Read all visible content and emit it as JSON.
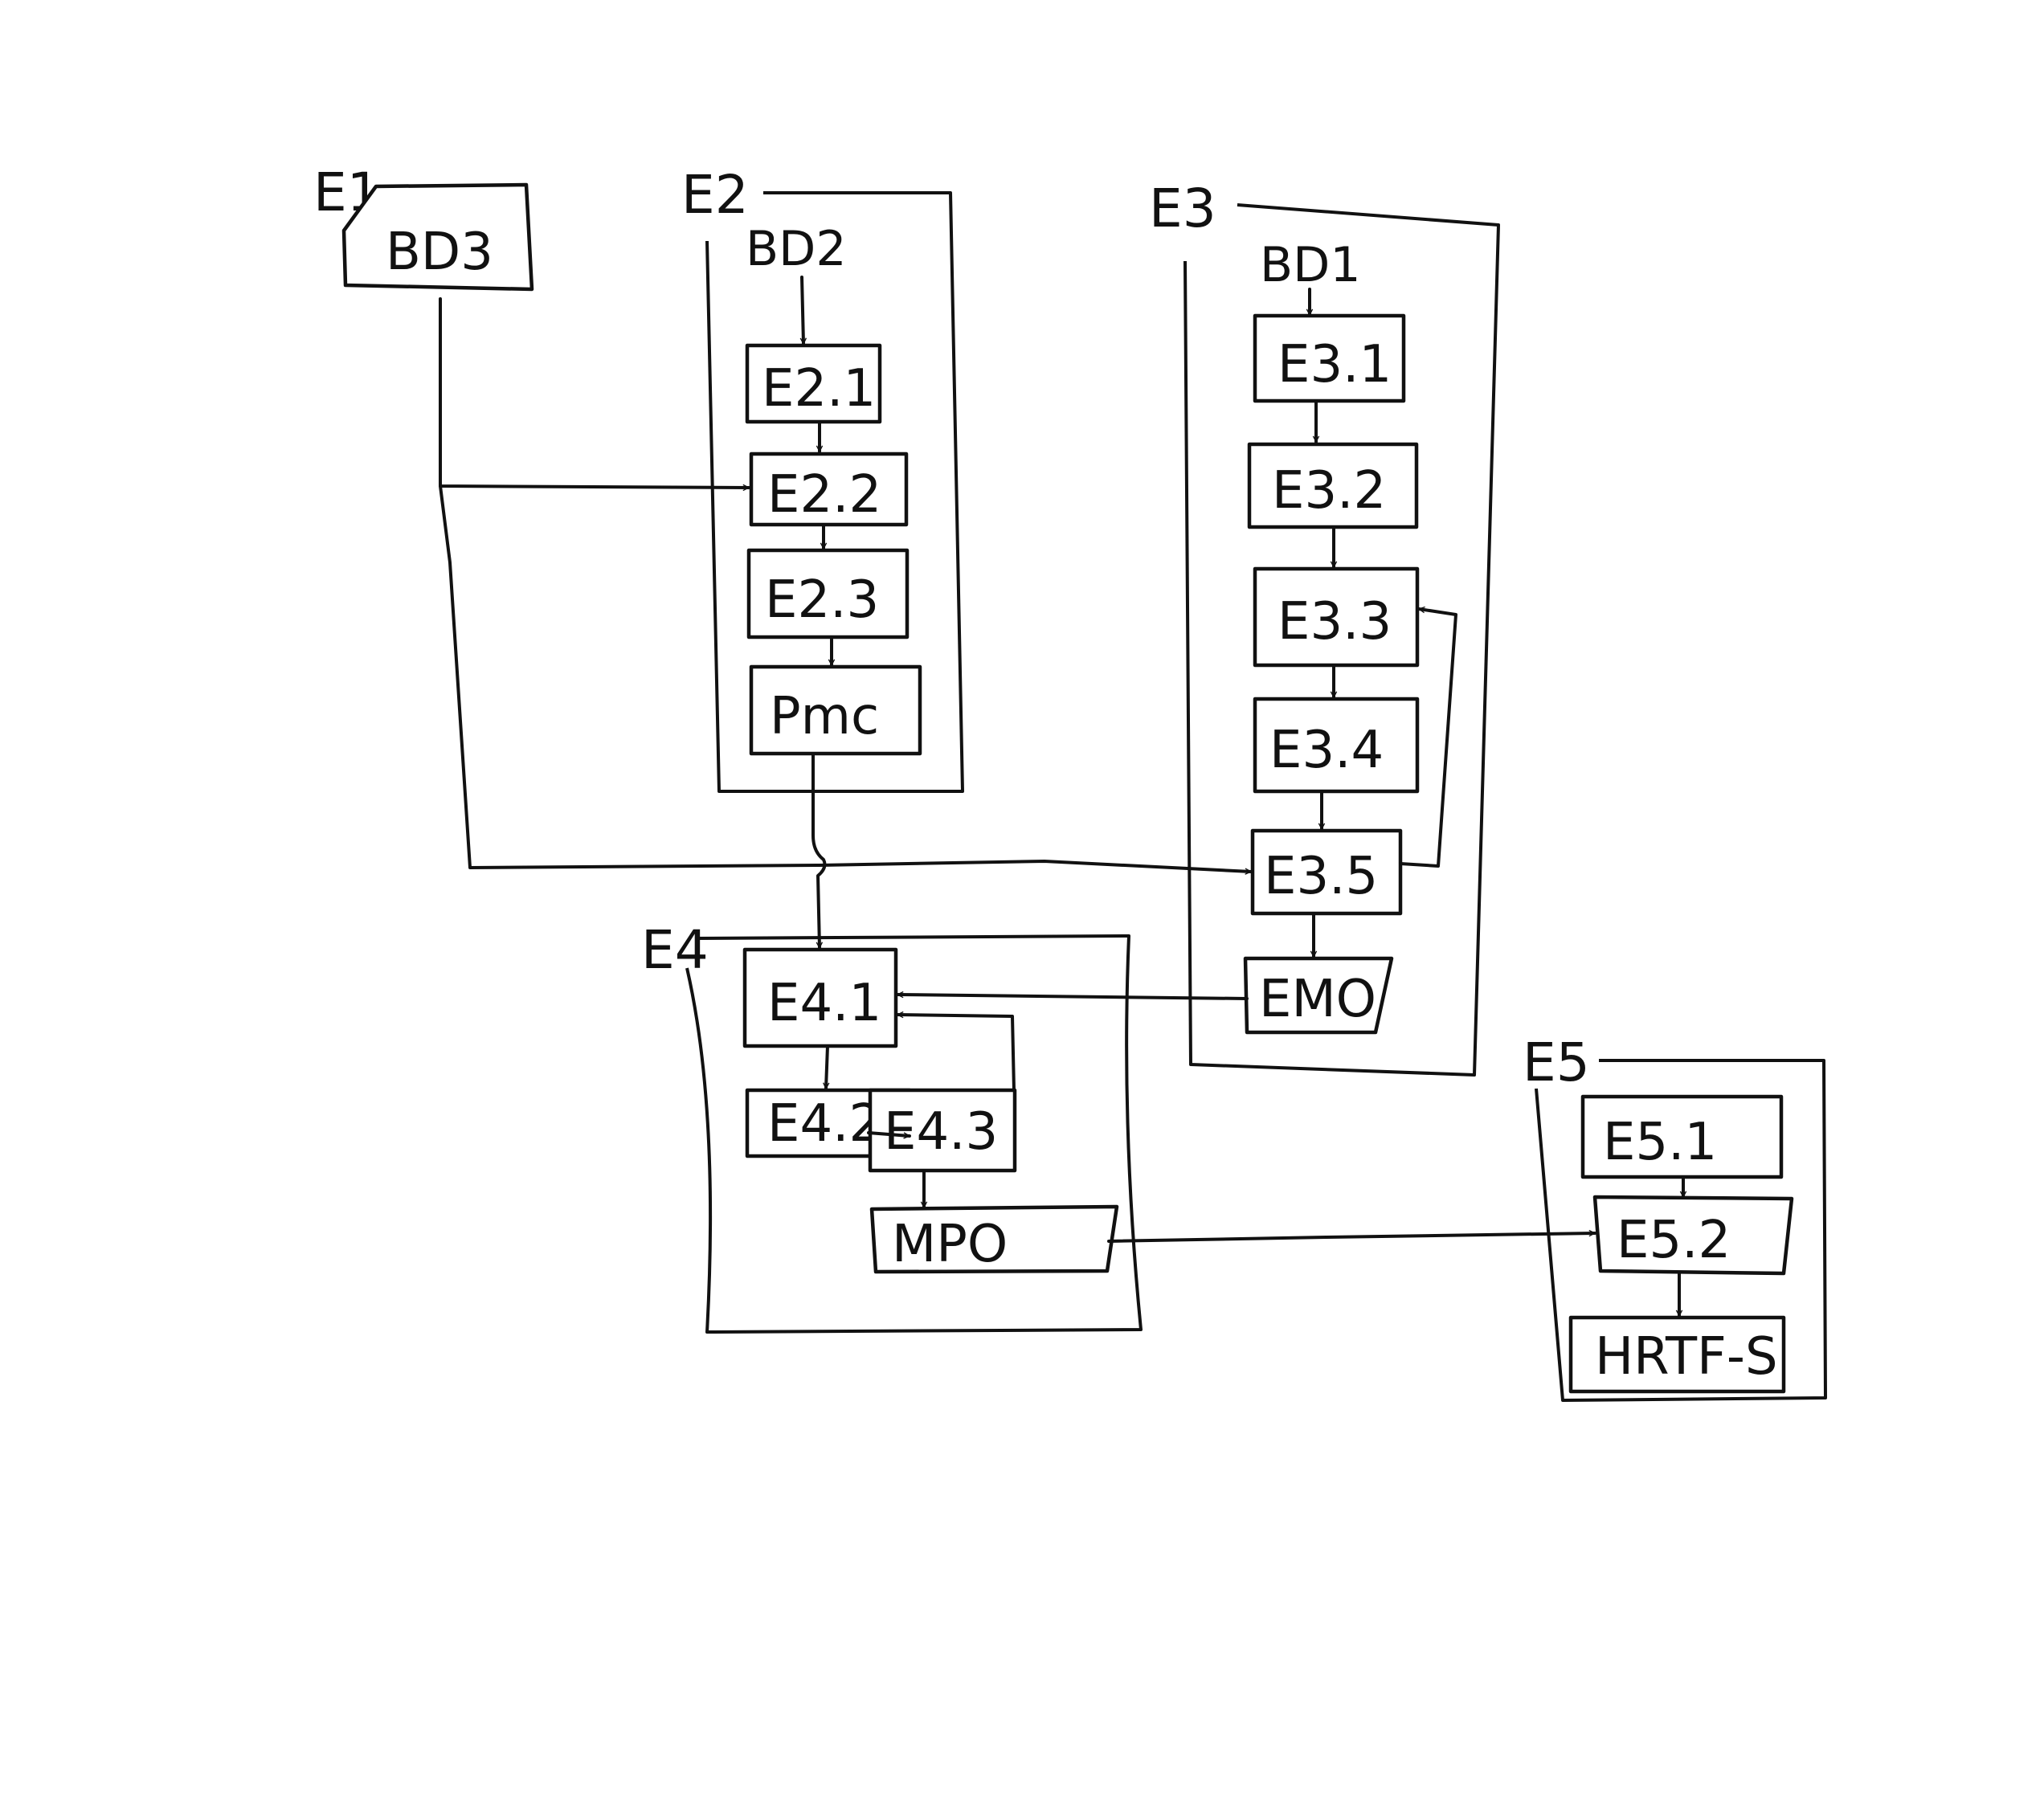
{
  "groups": {
    "e1": {
      "label": "E1",
      "nodes": {
        "bd3": "BD3"
      }
    },
    "e2": {
      "label": "E2",
      "source": "BD2",
      "nodes": {
        "e2_1": "E2.1",
        "e2_2": "E2.2",
        "e2_3": "E2.3",
        "pmc": "Pmc"
      }
    },
    "e3": {
      "label": "E3",
      "source": "BD1",
      "nodes": {
        "e3_1": "E3.1",
        "e3_2": "E3.2",
        "e3_3": "E3.3",
        "e3_4": "E3.4",
        "e3_5": "E3.5",
        "emo": "EMO"
      }
    },
    "e4": {
      "label": "E4",
      "nodes": {
        "e4_1": "E4.1",
        "e4_2": "E4.2",
        "e4_3": "E4.3",
        "mpo": "MPO"
      }
    },
    "e5": {
      "label": "E5",
      "nodes": {
        "e5_1": "E5.1",
        "e5_2": "E5.2",
        "hrtf_s": "HRTF-S"
      }
    }
  },
  "edges": [
    {
      "from": "BD2",
      "to": "E2.1"
    },
    {
      "from": "E2.1",
      "to": "E2.2"
    },
    {
      "from": "BD3",
      "to": "E2.2"
    },
    {
      "from": "E2.2",
      "to": "E2.3"
    },
    {
      "from": "E2.3",
      "to": "Pmc"
    },
    {
      "from": "Pmc",
      "to": "E4.1"
    },
    {
      "from": "BD3",
      "to": "E3.5"
    },
    {
      "from": "BD1",
      "to": "E3.1"
    },
    {
      "from": "E3.1",
      "to": "E3.2"
    },
    {
      "from": "E3.2",
      "to": "E3.3"
    },
    {
      "from": "E3.3",
      "to": "E3.4"
    },
    {
      "from": "E3.4",
      "to": "E3.5"
    },
    {
      "from": "E3.5",
      "to": "E3.3"
    },
    {
      "from": "E3.5",
      "to": "EMO"
    },
    {
      "from": "EMO",
      "to": "E4.1"
    },
    {
      "from": "E4.1",
      "to": "E4.2"
    },
    {
      "from": "E4.2",
      "to": "E4.3"
    },
    {
      "from": "E4.3",
      "to": "E4.1"
    },
    {
      "from": "E4.3",
      "to": "MPO"
    },
    {
      "from": "MPO",
      "to": "E5.2"
    },
    {
      "from": "E5.1",
      "to": "E5.2"
    },
    {
      "from": "E5.2",
      "to": "HRTF-S"
    }
  ]
}
